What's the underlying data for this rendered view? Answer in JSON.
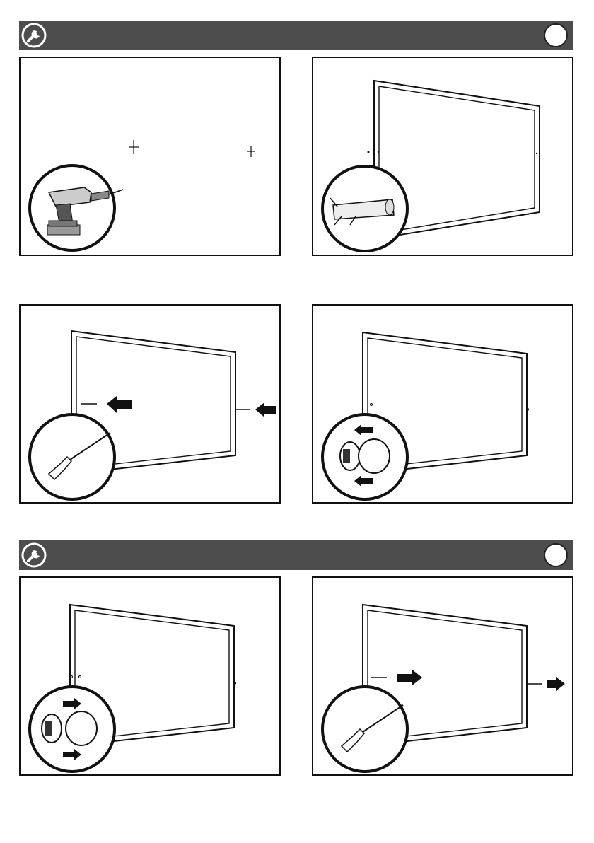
{
  "sections": [
    {
      "id": "install",
      "icon": "wrench-icon",
      "step_badge": "",
      "panels": [
        "drill-holes",
        "insert-wall-plugs",
        "screw-in-screws",
        "attach-magnetic-caps"
      ]
    },
    {
      "id": "removal",
      "icon": "wrench-icon",
      "step_badge": "",
      "panels": [
        "remove-magnetic-caps",
        "unscrew-screws"
      ]
    }
  ],
  "colors": {
    "header_bar": "#4d4d4d",
    "line": "#111111",
    "badge": "#ffffff"
  },
  "icons": [
    "wrench-icon",
    "drill-icon",
    "wall-plug-icon",
    "screwdriver-icon",
    "magnetic-cap-icon",
    "arrow-left-icon",
    "arrow-right-icon",
    "crosshair-icon",
    "whiteboard-icon"
  ]
}
